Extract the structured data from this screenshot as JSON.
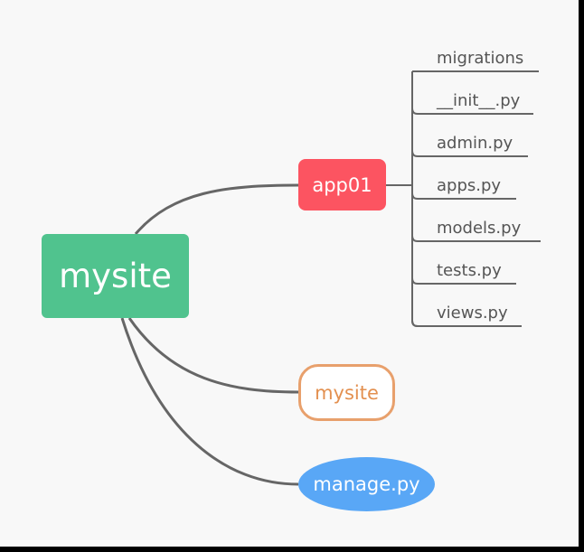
{
  "root": {
    "label": "mysite",
    "color": "#50c38e"
  },
  "app01": {
    "label": "app01",
    "color": "#fc5461",
    "files": [
      "migrations",
      "__init__.py",
      "admin.py",
      "apps.py",
      "models.py",
      "tests.py",
      "views.py"
    ]
  },
  "mysite_package": {
    "label": "mysite",
    "border_color": "#e8a06c",
    "text_color": "#e39050"
  },
  "manage": {
    "label": "manage.py",
    "color": "#59a7f6"
  },
  "link_color": "#666666"
}
